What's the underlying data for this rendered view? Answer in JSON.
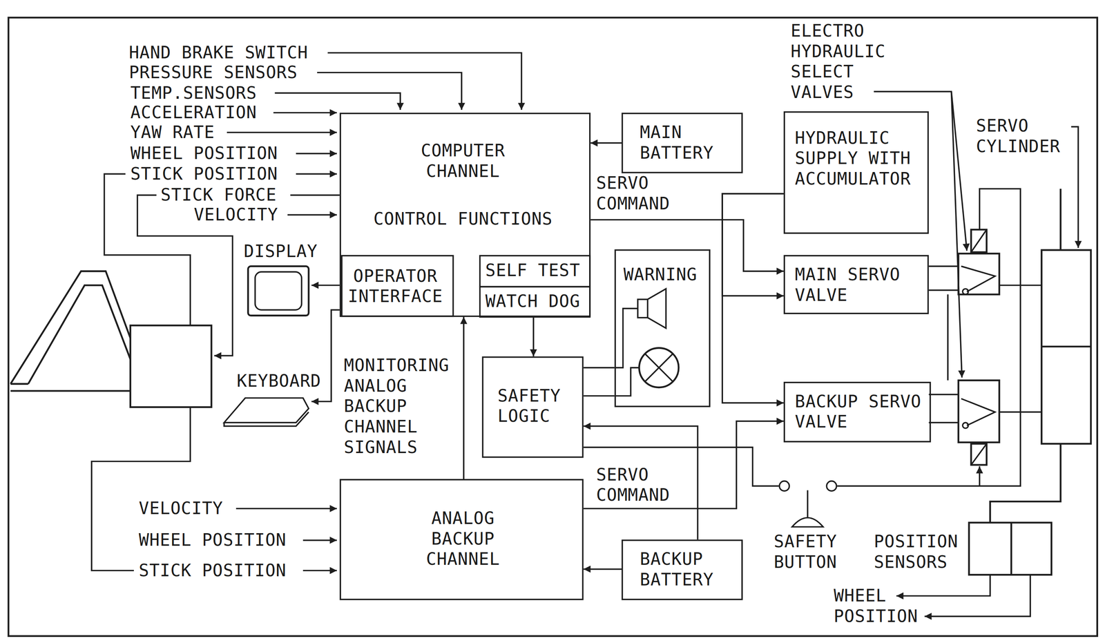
{
  "diagram": {
    "nodes": [
      {
        "text": [
          "COMPUTER CHANNEL",
          "CONTROL FUNCTIONS"
        ]
      },
      {
        "text": [
          "OPERATOR INTERFACE"
        ],
        "in": 0
      },
      {
        "text": [
          "SELF TEST"
        ],
        "in": 0
      },
      {
        "text": [
          "WATCH DOG"
        ],
        "in": 0
      },
      {
        "text": [
          "MAIN BATTERY"
        ]
      },
      {
        "text": [
          "HYDRAULIC SUPPLY WITH ACCUMULATOR"
        ]
      },
      {
        "text": [
          "MAIN SERVO VALVE"
        ]
      },
      {
        "text": [
          "WARNING"
        ]
      },
      {
        "text": [
          "SAFETY LOGIC"
        ]
      },
      {
        "text": [
          "BACKUP SERVO VALVE"
        ]
      },
      {
        "text": [
          "ANALOG BACKUP CHANNEL"
        ]
      },
      {
        "text": [
          "BACKUP BATTERY"
        ]
      }
    ],
    "edges": [
      {
        "from": 4,
        "to": 0,
        "arrow": "to"
      },
      {
        "from": 0,
        "to": 6,
        "label": "SERVO COMMAND",
        "arrow": "to"
      },
      {
        "from": 5,
        "to": 6,
        "arrow": "to"
      },
      {
        "from": 5,
        "to": 9,
        "arrow": "to"
      },
      {
        "from": 10,
        "to": 9,
        "label": "SERVO COMMAND",
        "arrow": "to"
      },
      {
        "from": 10,
        "to": 0,
        "label": "MONITORING ANALOG BACKUP CHANNEL SIGNALS",
        "arrow": "to"
      },
      {
        "from": 3,
        "to": 8,
        "arrow": "to"
      },
      {
        "from": 11,
        "to": 8,
        "arrow": "to"
      },
      {
        "from": 8,
        "to": 7,
        "arrow": "none"
      },
      {
        "from": 8,
        "to": 7,
        "arrow": "none"
      },
      {
        "from": 11,
        "to": 10,
        "arrow": "to"
      }
    ],
    "labels": [
      "HAND BRAKE SWITCH",
      "PRESSURE SENSORS",
      "TEMP.SENSORS",
      "ACCELERATION",
      "YAW RATE",
      "WHEEL POSITION",
      "STICK POSITION",
      "STICK FORCE",
      "VELOCITY",
      "DISPLAY",
      "KEYBOARD",
      "ELECTRO HYDRAULIC SELECT VALVES",
      "SERVO CYLINDER",
      "VELOCITY",
      "WHEEL POSITION",
      "STICK POSITION",
      "SAFETY BUTTON",
      "POSITION SENSORS",
      "WHEEL POSITION"
    ]
  }
}
